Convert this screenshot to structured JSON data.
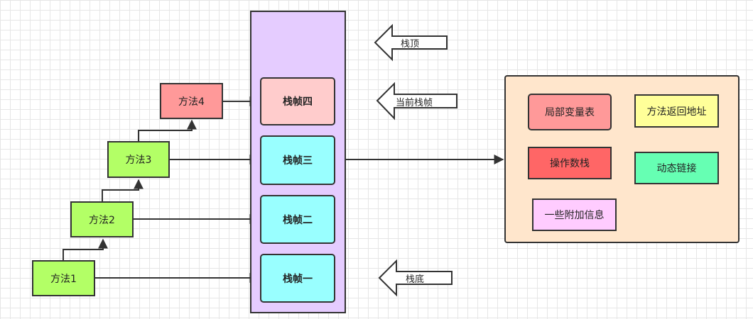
{
  "methods": [
    "方法1",
    "方法2",
    "方法3",
    "方法4"
  ],
  "frames": {
    "top": "栈帧四",
    "third": "栈帧三",
    "second": "栈帧二",
    "bottom": "栈帧一"
  },
  "pointers": {
    "stack_top": "栈顶",
    "current_frame": "当前栈帧",
    "stack_bottom": "栈底"
  },
  "frame_contents": {
    "local_vars": "局部变量表",
    "return_address": "方法返回地址",
    "operand_stack": "操作数栈",
    "dynamic_link": "动态链接",
    "extra_info": "一些附加信息"
  },
  "colors": {
    "method_fill": "#b3ff66",
    "method4_fill": "#ff9999",
    "stack_fill": "#e5ccff",
    "frame_fill": "#99ffff",
    "current_frame_fill": "#ffcccc",
    "detail_fill": "#ffe6cc",
    "local_vars_fill": "#ff9999",
    "return_address_fill": "#ffff99",
    "operand_stack_fill": "#ff6666",
    "dynamic_link_fill": "#66ffb3",
    "extra_info_fill": "#ffccff"
  }
}
